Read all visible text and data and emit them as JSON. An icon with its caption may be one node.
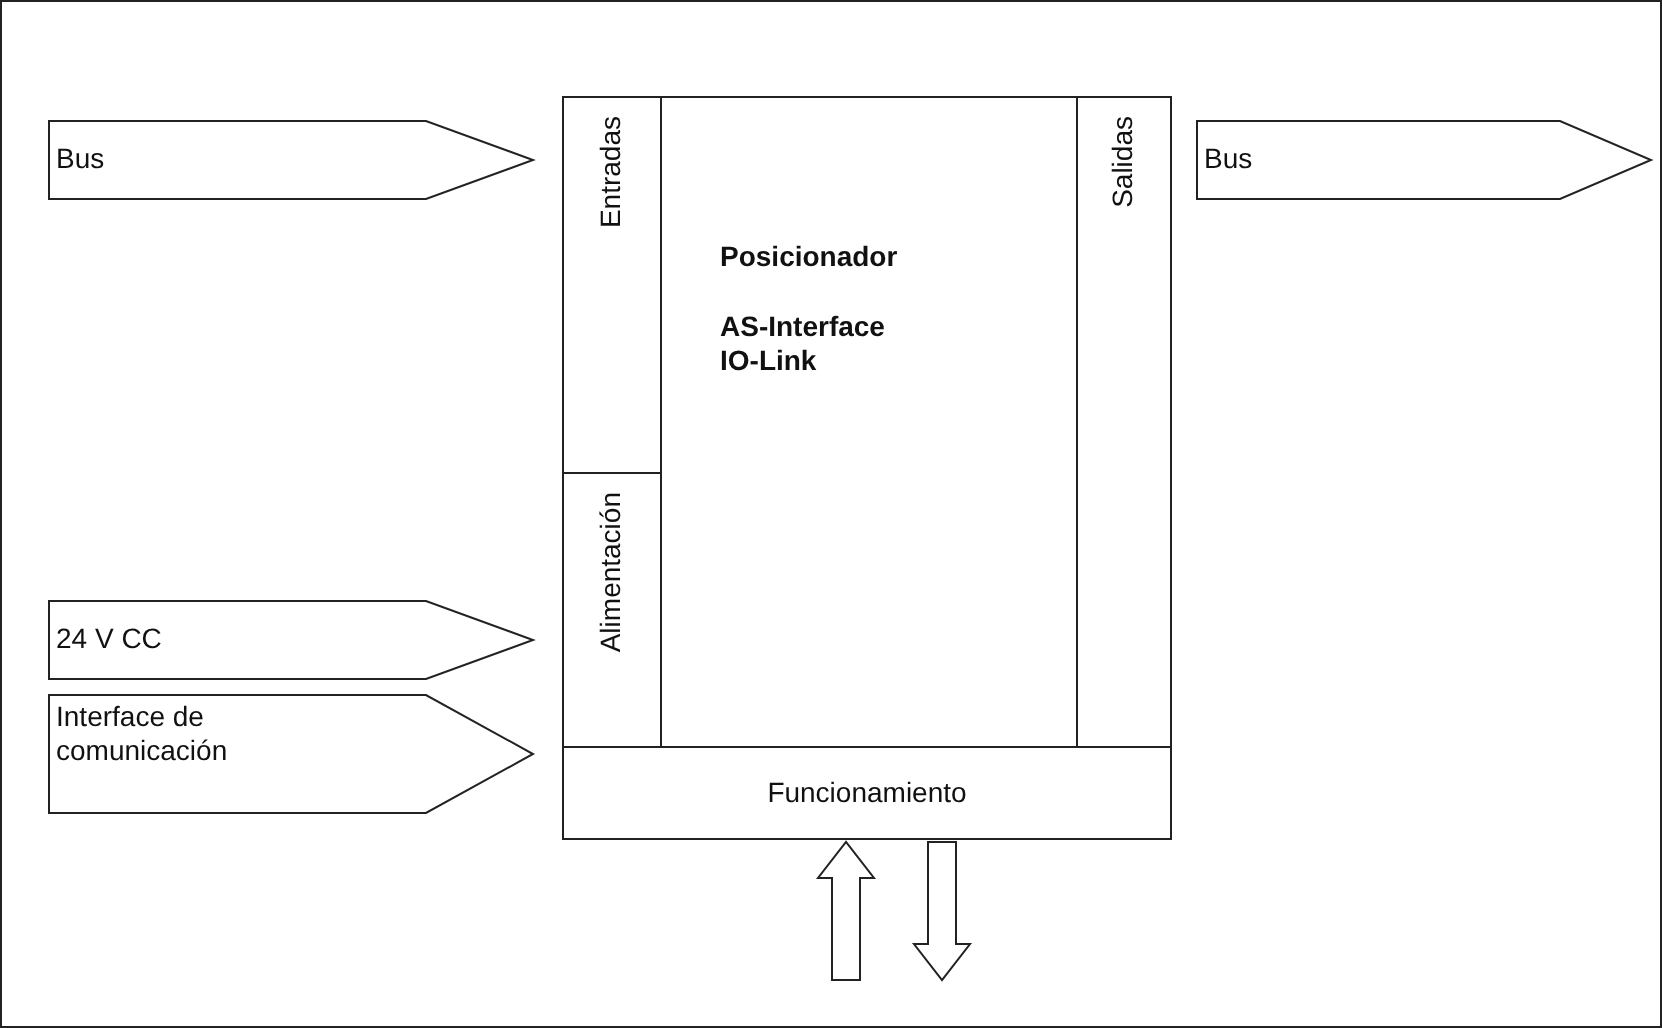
{
  "diagram": {
    "nodes": [
      {
        "text": [
          "Bus"
        ]
      },
      {
        "text": [],
        "shape": "box"
      },
      {
        "text": [
          "Entradas"
        ],
        "in": 1
      },
      {
        "text": [
          "Posicionador",
          "AS-Interface",
          "IO-Link"
        ],
        "in": 1
      },
      {
        "text": [
          "Salidas"
        ],
        "in": 1
      },
      {
        "text": [
          "Alimentación"
        ],
        "in": 1
      },
      {
        "text": [
          "Funcionamiento"
        ],
        "in": 1
      },
      {
        "text": [
          "Bus"
        ]
      },
      {
        "text": [
          "24 V CC"
        ]
      },
      {
        "text": [
          "Interface de comunicación"
        ]
      }
    ],
    "edges": [
      {
        "from": null,
        "to": 6,
        "arrow": "to"
      },
      {
        "from": 6,
        "to": null,
        "arrow": "to"
      }
    ]
  }
}
